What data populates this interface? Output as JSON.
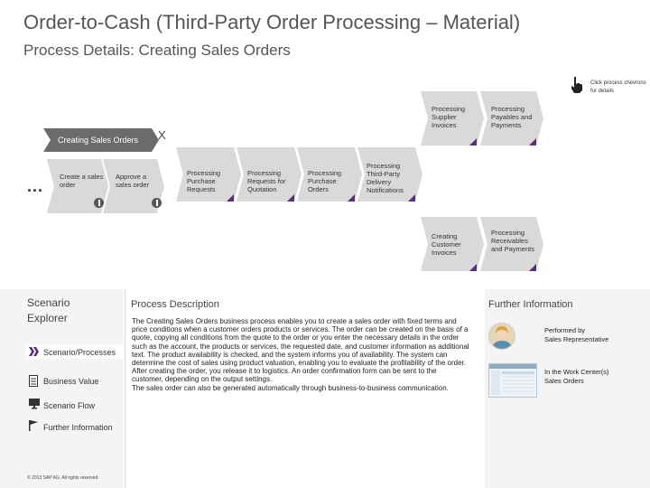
{
  "header": {
    "title": "Order-to-Cash (Third-Party Order Processing – Material)",
    "subtitle": "Process Details: Creating Sales Orders"
  },
  "hint": "Click process chevrons for details",
  "flow": {
    "top_row": [
      "Processing Supplier Invoices",
      "Processing Payables and Payments"
    ],
    "group_label": "Creating Sales Orders",
    "close_symbol": "X",
    "ellipsis": "...",
    "sub_steps": [
      "Create a sales order",
      "Approve a sales order"
    ],
    "main_row": [
      "Processing Purchase Requests",
      "Processing Requests for Quotation",
      "Processing Purchase Orders",
      "Processing Third-Party Delivery Notifications"
    ],
    "bottom_row": [
      "Creating Customer Invoices",
      "Processing Receivables and Payments"
    ]
  },
  "explorer": {
    "title": "Scenario Explorer",
    "items": [
      "Scenario/Processes",
      "Business Value",
      "Scenario Flow",
      "Further Information"
    ],
    "copyright": "© 2013 SAP AG. All rights reserved."
  },
  "description": {
    "title": "Process Description",
    "paragraph1": "The Creating Sales Orders business process enables you to create a sales order with fixed terms and price conditions when a customer orders products or services. The order can be created on the basis of a quote, copying all conditions from the quote to the order or you enter the necessary details in the order such as the account, the products or services, the requested date, and customer information as additional text. The product availability is checked, and the system informs you of availability. The system can determine the cost of sales using product valuation, enabling you to evaluate the profitability of the order. After creating the order, you release it to logistics. An order confirmation form can be sent to the customer, depending on the output settings.",
    "paragraph2": "The sales order can also be generated automatically through business-to-business communication."
  },
  "further_info": {
    "title": "Further Information",
    "performed_label": "Performed by",
    "performed_value": "Sales Representative",
    "workcenter_label": "In the Work Center(s)",
    "workcenter_value": "Sales Orders"
  },
  "colors": {
    "chevron_fill": "#d9d9d9",
    "chevron_corner": "#5c2d7c",
    "active_chevron": "#6b6b6b"
  }
}
